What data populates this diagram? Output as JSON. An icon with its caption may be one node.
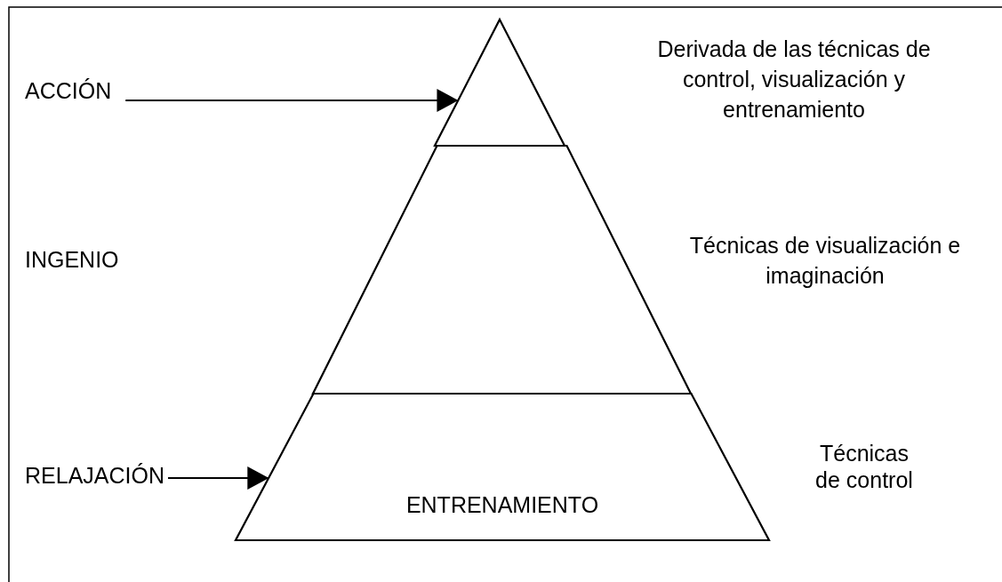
{
  "diagram": {
    "nodes": [
      {
        "text": [
          "ACCIÓN"
        ]
      },
      {
        "text": [],
        "shape": "triangle"
      },
      {
        "text": [],
        "shape": "band"
      },
      {
        "text": [
          "ENTRENAMIENTO"
        ]
      },
      {
        "text": [
          "RELAJACIÓN"
        ]
      }
    ],
    "edges": [
      {
        "from": 0,
        "to": 1,
        "arrow": "to"
      },
      {
        "from": 4,
        "to": 3,
        "arrow": "to"
      }
    ],
    "labels": [
      "INGENIO",
      "Derivada de las técnicas de control, visualización y entrenamiento",
      "Técnicas de visualización e imaginación",
      "Técnicas de control"
    ]
  }
}
